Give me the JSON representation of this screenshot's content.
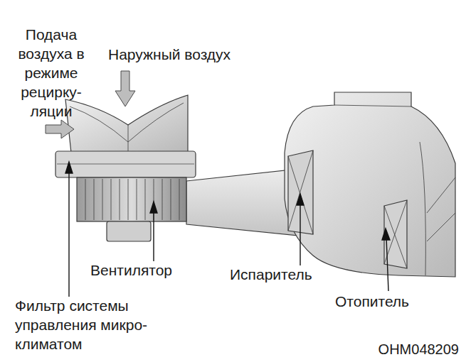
{
  "diagram": {
    "labels": [
      "Подача воздуха в режиме рецирку- ляции",
      "Наружный воздух",
      "Вентилятор",
      "Фильтр системы управления микро- климатом",
      "Испаритель",
      "Отопитель",
      "OHM048209"
    ]
  }
}
